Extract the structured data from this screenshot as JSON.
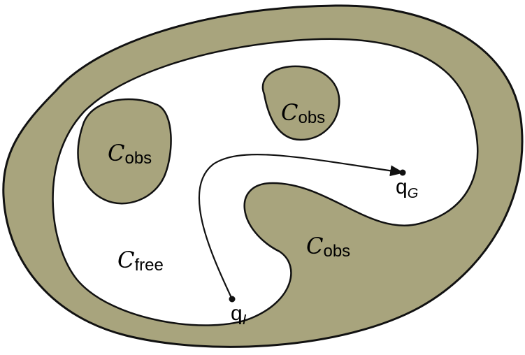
{
  "colors": {
    "obstacle_fill": "#a8a47d",
    "free_fill": "#ffffff",
    "stroke": "#111111"
  },
  "labels": {
    "obs_symbol": "C",
    "obs_subscript": "obs",
    "free_symbol": "C",
    "free_subscript": "free",
    "start_symbol": "q",
    "start_subscript": "I",
    "goal_symbol": "q",
    "goal_subscript": "G"
  }
}
